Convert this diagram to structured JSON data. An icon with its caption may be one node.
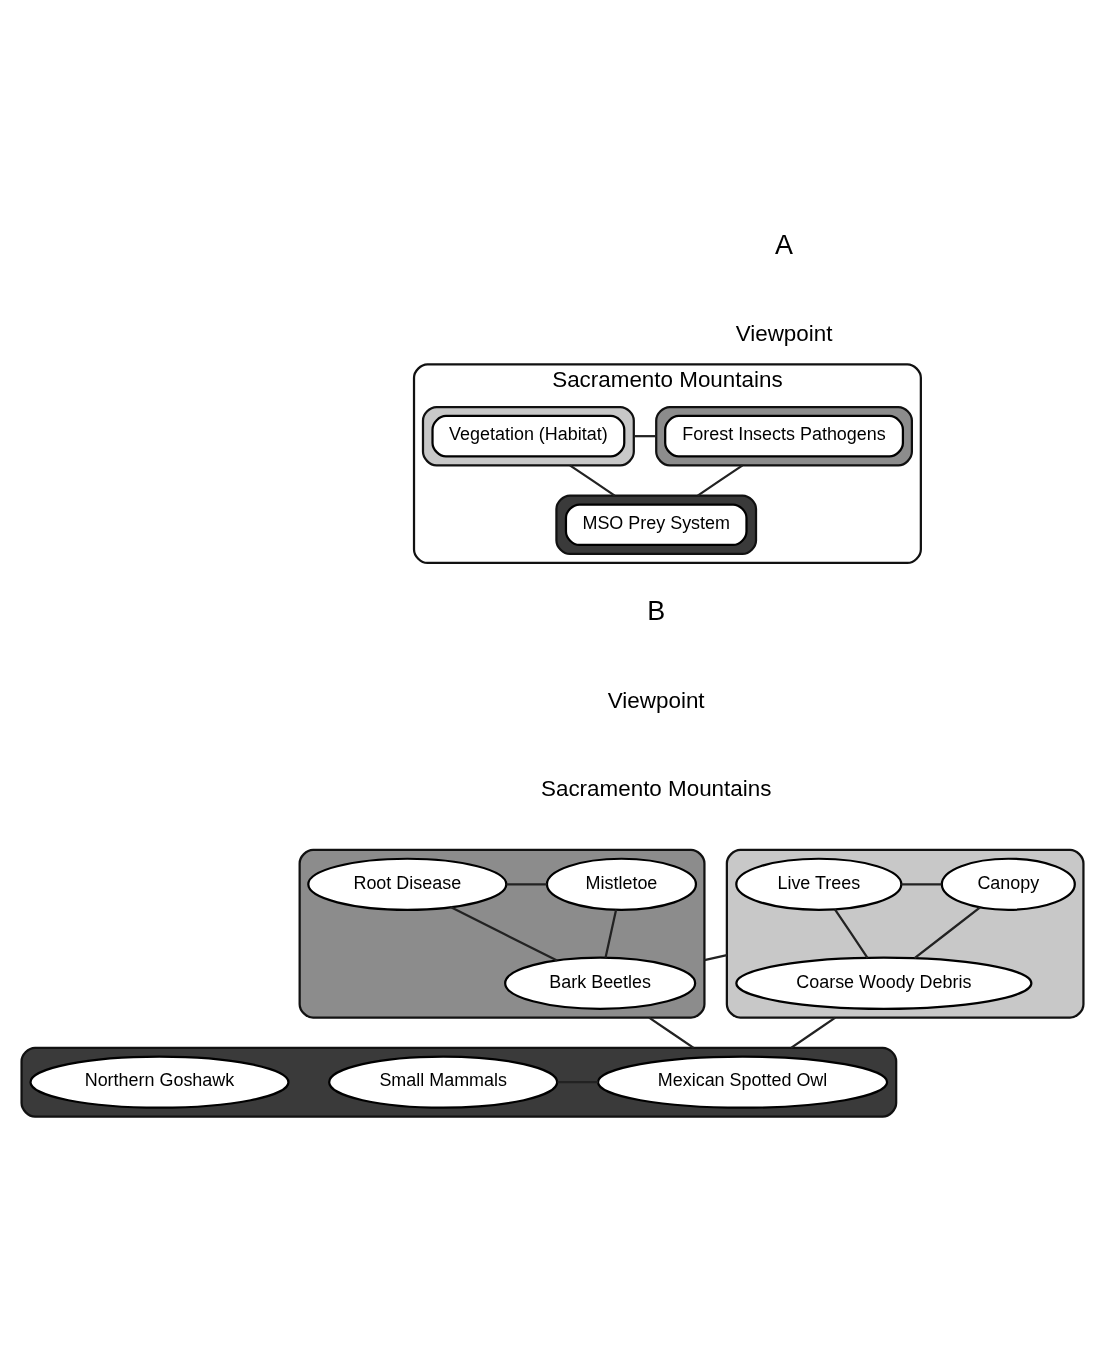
{
  "diagram": {
    "nodes": [
      {
        "text": [
          "Sacramento Mountains"
        ]
      },
      {
        "text": [],
        "shape": "ellipse",
        "in": 0
      },
      {
        "text": [
          "Forest Insects Pathogens"
        ],
        "in": 1
      },
      {
        "text": [],
        "shape": "ellipse",
        "in": 0
      },
      {
        "text": [
          "Vegetation (Habitat)"
        ],
        "in": 3
      },
      {
        "text": [],
        "shape": "ellipse",
        "in": 0
      },
      {
        "text": [
          "MSO Prey System"
        ],
        "in": 5
      },
      {
        "text": [],
        "shape": "ellipse"
      },
      {
        "text": [
          "Mistletoe"
        ],
        "in": 7
      },
      {
        "text": [
          "Root Disease"
        ],
        "in": 7
      },
      {
        "text": [
          "Bark Beetles"
        ],
        "in": 7
      },
      {
        "text": [],
        "shape": "ellipse"
      },
      {
        "text": [
          "Canopy"
        ],
        "in": 11
      },
      {
        "text": [
          "Live Trees"
        ],
        "in": 11
      },
      {
        "text": [
          "Coarse Woody Debris"
        ],
        "in": 11
      },
      {
        "text": [],
        "shape": "ellipse"
      },
      {
        "text": [
          "Mexican Spotted Owl"
        ],
        "in": 15
      },
      {
        "text": [
          "Small Mammals"
        ],
        "in": 15
      },
      {
        "text": [
          "Northern Goshawk"
        ],
        "in": 15
      }
    ],
    "edges": [
      {
        "from": 1,
        "to": 3,
        "arrow": "none"
      },
      {
        "from": 1,
        "to": 5,
        "arrow": "none"
      },
      {
        "from": 3,
        "to": 5,
        "arrow": "none"
      },
      {
        "from": 8,
        "to": 9,
        "arrow": "none"
      },
      {
        "from": 8,
        "to": 10,
        "arrow": "none"
      },
      {
        "from": 9,
        "to": 10,
        "arrow": "none"
      },
      {
        "from": 7,
        "to": 11,
        "arrow": "none"
      },
      {
        "from": 7,
        "to": 15,
        "arrow": "none"
      },
      {
        "from": 11,
        "to": 15,
        "arrow": "none"
      },
      {
        "from": 12,
        "to": 13,
        "arrow": "none"
      },
      {
        "from": 12,
        "to": 14,
        "arrow": "none"
      },
      {
        "from": 13,
        "to": 14,
        "arrow": "none"
      },
      {
        "from": 16,
        "to": 17,
        "arrow": "none"
      }
    ],
    "labels": [
      "A",
      "Viewpoint",
      "B",
      "Viewpoint",
      "Sacramento Mountains"
    ]
  }
}
